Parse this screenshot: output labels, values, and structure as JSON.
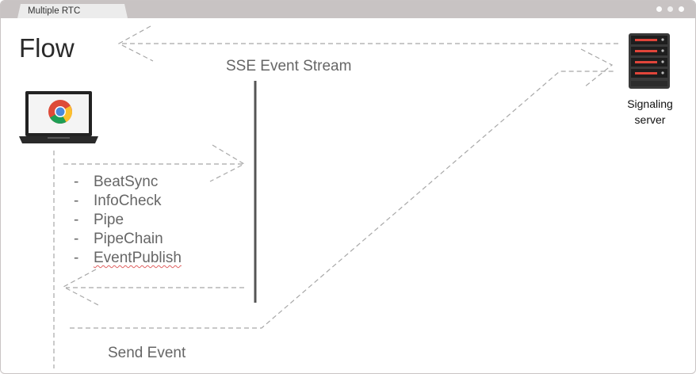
{
  "window": {
    "tab_title": "Multiple RTC"
  },
  "diagram": {
    "title": "Flow",
    "stream_label": "SSE Event Stream",
    "server_label": "Signaling server",
    "send_label": "Send Event",
    "events": [
      {
        "dash": "-",
        "name": "BeatSync"
      },
      {
        "dash": "-",
        "name": "InfoCheck"
      },
      {
        "dash": "-",
        "name": "Pipe"
      },
      {
        "dash": "-",
        "name": "PipeChain"
      },
      {
        "dash": "-",
        "name": "EventPublish"
      }
    ]
  },
  "icons": {
    "client": "laptop-chrome-icon",
    "server": "server-rack-icon"
  },
  "colors": {
    "titlebar": "#c8c3c3",
    "tab": "#ececec",
    "dashed_line": "#a8a8a8",
    "stream_bar": "#555555",
    "label_text": "#666666",
    "server_light": "#e0453a"
  }
}
